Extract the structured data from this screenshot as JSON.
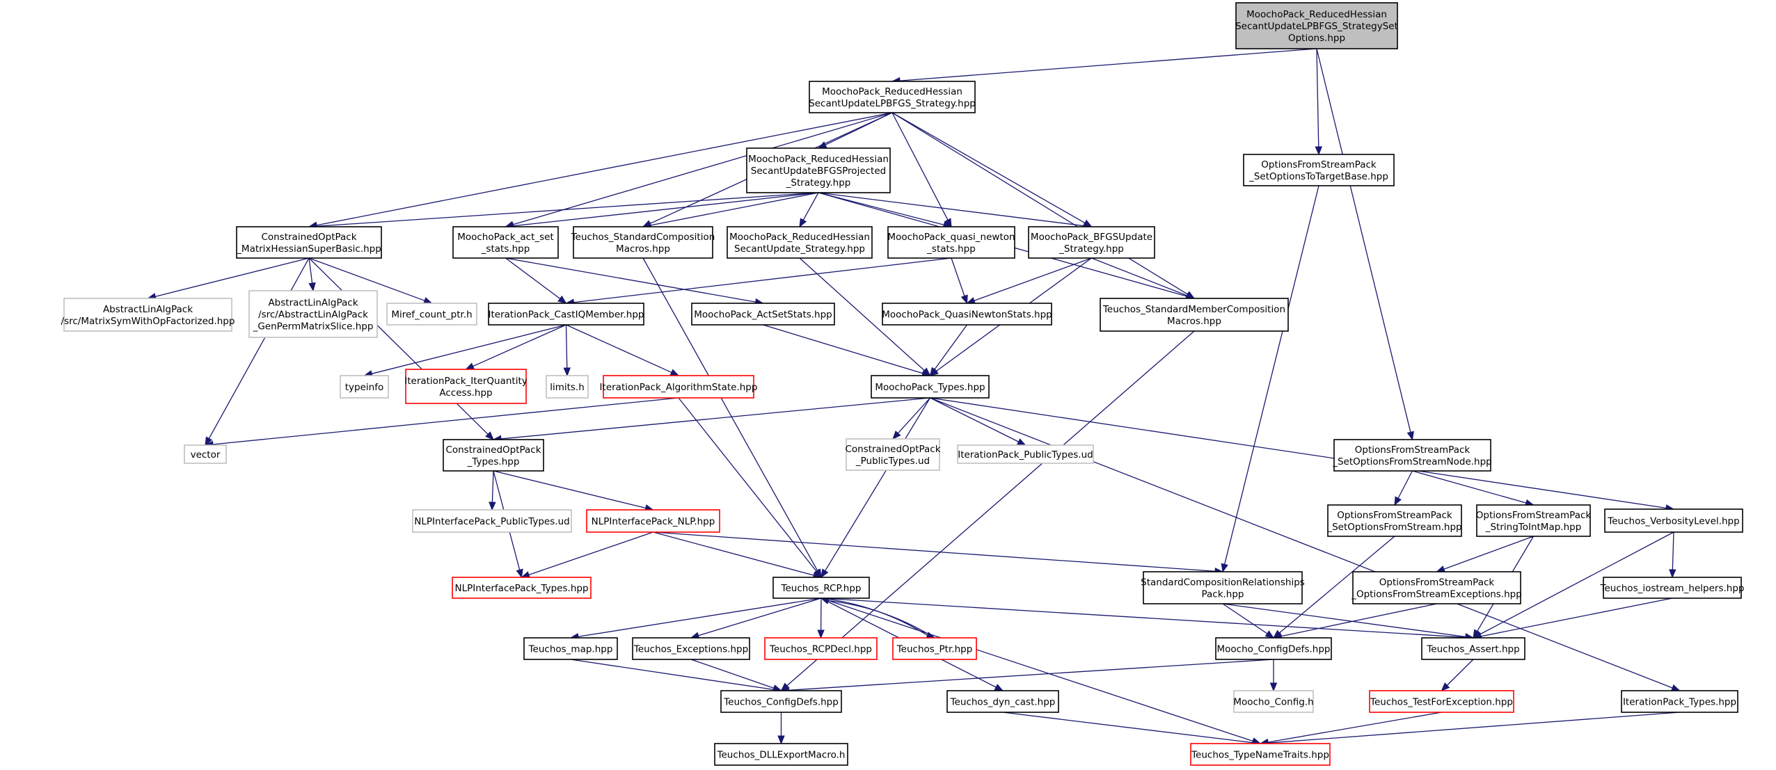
{
  "colors": {
    "edge": "#191970",
    "root_fill": "#bfbfbf",
    "normal_border": "#000000",
    "truncated_border": "#ff0000",
    "external_border": "#bfbfbf"
  },
  "nodes": [
    {
      "id": "root",
      "lines": [
        "MoochoPack_ReducedHessian",
        "SecantUpdateLPBFGS_StrategySet",
        "Options.hpp"
      ],
      "style": "root"
    },
    {
      "id": "lpbfgs_strategy",
      "lines": [
        "MoochoPack_ReducedHessian",
        "SecantUpdateLPBFGS_Strategy.hpp"
      ],
      "style": "normal"
    },
    {
      "id": "opts_set_target",
      "lines": [
        "OptionsFromStreamPack",
        "_SetOptionsToTargetBase.hpp"
      ],
      "style": "normal"
    },
    {
      "id": "bfgs_projected",
      "lines": [
        "MoochoPack_ReducedHessian",
        "SecantUpdateBFGSProjected",
        "_Strategy.hpp"
      ],
      "style": "normal"
    },
    {
      "id": "mhsb",
      "lines": [
        "ConstrainedOptPack",
        "_MatrixHessianSuperBasic.hpp"
      ],
      "style": "normal"
    },
    {
      "id": "act_set_stats",
      "lines": [
        "MoochoPack_act_set",
        "_stats.hpp"
      ],
      "style": "normal"
    },
    {
      "id": "std_comp_macros",
      "lines": [
        "Teuchos_StandardComposition",
        "Macros.hpp"
      ],
      "style": "normal"
    },
    {
      "id": "secant_update",
      "lines": [
        "MoochoPack_ReducedHessian",
        "SecantUpdate_Strategy.hpp"
      ],
      "style": "normal"
    },
    {
      "id": "qn_stats",
      "lines": [
        "MoochoPack_quasi_newton",
        "_stats.hpp"
      ],
      "style": "normal"
    },
    {
      "id": "bfgs_update",
      "lines": [
        "MoochoPack_BFGSUpdate",
        "_Strategy.hpp"
      ],
      "style": "normal"
    },
    {
      "id": "msym",
      "lines": [
        "AbstractLinAlgPack",
        "/src/MatrixSymWithOpFactorized.hpp"
      ],
      "style": "external"
    },
    {
      "id": "genperm",
      "lines": [
        "AbstractLinAlgPack",
        "/src/AbstractLinAlgPack",
        "_GenPermMatrixSlice.hpp"
      ],
      "style": "external"
    },
    {
      "id": "miref",
      "lines": [
        "Miref_count_ptr.h"
      ],
      "style": "external"
    },
    {
      "id": "castiq",
      "lines": [
        "IterationPack_CastIQMember.hpp"
      ],
      "style": "normal"
    },
    {
      "id": "actsetstats",
      "lines": [
        "MoochoPack_ActSetStats.hpp"
      ],
      "style": "normal"
    },
    {
      "id": "qnstats",
      "lines": [
        "MoochoPack_QuasiNewtonStats.hpp"
      ],
      "style": "normal"
    },
    {
      "id": "std_member_comp",
      "lines": [
        "Teuchos_StandardMemberComposition",
        "Macros.hpp"
      ],
      "style": "normal"
    },
    {
      "id": "typeinfo",
      "lines": [
        "typeinfo"
      ],
      "style": "external"
    },
    {
      "id": "iterqty",
      "lines": [
        "IterationPack_IterQuantity",
        "Access.hpp"
      ],
      "style": "truncated"
    },
    {
      "id": "limits",
      "lines": [
        "limits.h"
      ],
      "style": "external"
    },
    {
      "id": "algstate",
      "lines": [
        "IterationPack_AlgorithmState.hpp"
      ],
      "style": "truncated"
    },
    {
      "id": "moocho_types",
      "lines": [
        "MoochoPack_Types.hpp"
      ],
      "style": "normal"
    },
    {
      "id": "vector",
      "lines": [
        "vector"
      ],
      "style": "external"
    },
    {
      "id": "copt_types",
      "lines": [
        "ConstrainedOptPack",
        "_Types.hpp"
      ],
      "style": "normal"
    },
    {
      "id": "copt_public",
      "lines": [
        "ConstrainedOptPack",
        "_PublicTypes.ud"
      ],
      "style": "external"
    },
    {
      "id": "iter_public",
      "lines": [
        "IterationPack_PublicTypes.ud"
      ],
      "style": "external"
    },
    {
      "id": "opts_node",
      "lines": [
        "OptionsFromStreamPack",
        "_SetOptionsFromStreamNode.hpp"
      ],
      "style": "normal"
    },
    {
      "id": "nlp_public",
      "lines": [
        "NLPInterfacePack_PublicTypes.ud"
      ],
      "style": "external"
    },
    {
      "id": "nlp_nlp",
      "lines": [
        "NLPInterfacePack_NLP.hpp"
      ],
      "style": "truncated"
    },
    {
      "id": "opts_stream",
      "lines": [
        "OptionsFromStreamPack",
        "_SetOptionsFromStream.hpp"
      ],
      "style": "normal"
    },
    {
      "id": "opts_strmap",
      "lines": [
        "OptionsFromStreamPack",
        "_StringToIntMap.hpp"
      ],
      "style": "normal"
    },
    {
      "id": "verbosity",
      "lines": [
        "Teuchos_VerbosityLevel.hpp"
      ],
      "style": "normal"
    },
    {
      "id": "nlp_types",
      "lines": [
        "NLPInterfacePack_Types.hpp"
      ],
      "style": "truncated"
    },
    {
      "id": "rcp",
      "lines": [
        "Teuchos_RCP.hpp"
      ],
      "style": "normal"
    },
    {
      "id": "scrp",
      "lines": [
        "StandardCompositionRelationships",
        "Pack.hpp"
      ],
      "style": "normal"
    },
    {
      "id": "opts_exc",
      "lines": [
        "OptionsFromStreamPack",
        "_OptionsFromStreamExceptions.hpp"
      ],
      "style": "normal"
    },
    {
      "id": "iostream_helpers",
      "lines": [
        "Teuchos_iostream_helpers.hpp"
      ],
      "style": "normal"
    },
    {
      "id": "map",
      "lines": [
        "Teuchos_map.hpp"
      ],
      "style": "normal"
    },
    {
      "id": "exceptions",
      "lines": [
        "Teuchos_Exceptions.hpp"
      ],
      "style": "normal"
    },
    {
      "id": "rcpdecl",
      "lines": [
        "Teuchos_RCPDecl.hpp"
      ],
      "style": "truncated"
    },
    {
      "id": "ptr",
      "lines": [
        "Teuchos_Ptr.hpp"
      ],
      "style": "truncated"
    },
    {
      "id": "moocho_config_defs",
      "lines": [
        "Moocho_ConfigDefs.hpp"
      ],
      "style": "normal"
    },
    {
      "id": "assert",
      "lines": [
        "Teuchos_Assert.hpp"
      ],
      "style": "normal"
    },
    {
      "id": "config_defs",
      "lines": [
        "Teuchos_ConfigDefs.hpp"
      ],
      "style": "normal"
    },
    {
      "id": "dyn_cast",
      "lines": [
        "Teuchos_dyn_cast.hpp"
      ],
      "style": "normal"
    },
    {
      "id": "moocho_config",
      "lines": [
        "Moocho_Config.h"
      ],
      "style": "external"
    },
    {
      "id": "test_exc",
      "lines": [
        "Teuchos_TestForException.hpp"
      ],
      "style": "truncated"
    },
    {
      "id": "iter_types",
      "lines": [
        "IterationPack_Types.hpp"
      ],
      "style": "normal"
    },
    {
      "id": "dll_export",
      "lines": [
        "Teuchos_DLLExportMacro.h"
      ],
      "style": "normal"
    },
    {
      "id": "typename_traits",
      "lines": [
        "Teuchos_TypeNameTraits.hpp"
      ],
      "style": "truncated"
    }
  ],
  "edges": [
    [
      "root",
      "lpbfgs_strategy"
    ],
    [
      "root",
      "opts_set_target"
    ],
    [
      "root",
      "opts_node"
    ],
    [
      "lpbfgs_strategy",
      "bfgs_projected"
    ],
    [
      "lpbfgs_strategy",
      "mhsb"
    ],
    [
      "lpbfgs_strategy",
      "act_set_stats"
    ],
    [
      "lpbfgs_strategy",
      "std_comp_macros"
    ],
    [
      "lpbfgs_strategy",
      "qn_stats"
    ],
    [
      "lpbfgs_strategy",
      "bfgs_update"
    ],
    [
      "lpbfgs_strategy",
      "std_member_comp"
    ],
    [
      "bfgs_projected",
      "mhsb"
    ],
    [
      "bfgs_projected",
      "act_set_stats"
    ],
    [
      "bfgs_projected",
      "std_comp_macros"
    ],
    [
      "bfgs_projected",
      "secant_update"
    ],
    [
      "bfgs_projected",
      "qn_stats"
    ],
    [
      "bfgs_projected",
      "bfgs_update"
    ],
    [
      "bfgs_projected",
      "std_member_comp"
    ],
    [
      "mhsb",
      "msym"
    ],
    [
      "mhsb",
      "genperm"
    ],
    [
      "mhsb",
      "miref"
    ],
    [
      "mhsb",
      "vector"
    ],
    [
      "mhsb",
      "copt_types"
    ],
    [
      "act_set_stats",
      "castiq"
    ],
    [
      "act_set_stats",
      "actsetstats"
    ],
    [
      "std_comp_macros",
      "rcp"
    ],
    [
      "secant_update",
      "moocho_types"
    ],
    [
      "qn_stats",
      "castiq"
    ],
    [
      "qn_stats",
      "qnstats"
    ],
    [
      "bfgs_update",
      "qnstats"
    ],
    [
      "bfgs_update",
      "std_member_comp"
    ],
    [
      "bfgs_update",
      "moocho_types"
    ],
    [
      "castiq",
      "typeinfo"
    ],
    [
      "castiq",
      "iterqty"
    ],
    [
      "castiq",
      "limits"
    ],
    [
      "castiq",
      "algstate"
    ],
    [
      "actsetstats",
      "moocho_types"
    ],
    [
      "qnstats",
      "moocho_types"
    ],
    [
      "std_member_comp",
      "config_defs"
    ],
    [
      "algstate",
      "vector"
    ],
    [
      "algstate",
      "rcp"
    ],
    [
      "moocho_types",
      "copt_types"
    ],
    [
      "moocho_types",
      "copt_public"
    ],
    [
      "moocho_types",
      "iter_public"
    ],
    [
      "moocho_types",
      "rcp"
    ],
    [
      "moocho_types",
      "verbosity"
    ],
    [
      "moocho_types",
      "iter_types"
    ],
    [
      "copt_types",
      "nlp_public"
    ],
    [
      "copt_types",
      "nlp_nlp"
    ],
    [
      "copt_types",
      "nlp_types"
    ],
    [
      "nlp_nlp",
      "nlp_types"
    ],
    [
      "nlp_nlp",
      "rcp"
    ],
    [
      "nlp_nlp",
      "scrp"
    ],
    [
      "opts_set_target",
      "scrp"
    ],
    [
      "opts_node",
      "opts_stream"
    ],
    [
      "opts_node",
      "opts_strmap"
    ],
    [
      "opts_stream",
      "moocho_config_defs"
    ],
    [
      "opts_strmap",
      "opts_exc"
    ],
    [
      "opts_strmap",
      "assert"
    ],
    [
      "opts_exc",
      "moocho_config_defs"
    ],
    [
      "verbosity",
      "assert"
    ],
    [
      "verbosity",
      "iostream_helpers"
    ],
    [
      "iostream_helpers",
      "assert"
    ],
    [
      "scrp",
      "moocho_config_defs"
    ],
    [
      "scrp",
      "assert"
    ],
    [
      "rcp",
      "map"
    ],
    [
      "rcp",
      "exceptions"
    ],
    [
      "rcp",
      "rcpdecl"
    ],
    [
      "rcp",
      "ptr"
    ],
    [
      "rcp",
      "dyn_cast"
    ],
    [
      "rcp",
      "assert"
    ],
    [
      "rcp",
      "typename_traits"
    ],
    [
      "ptr",
      "rcp"
    ],
    [
      "map",
      "config_defs"
    ],
    [
      "exceptions",
      "config_defs"
    ],
    [
      "moocho_config_defs",
      "config_defs"
    ],
    [
      "moocho_config_defs",
      "moocho_config"
    ],
    [
      "assert",
      "test_exc"
    ],
    [
      "test_exc",
      "typename_traits"
    ],
    [
      "config_defs",
      "dll_export"
    ],
    [
      "dyn_cast",
      "typename_traits"
    ],
    [
      "iter_types",
      "typename_traits"
    ]
  ]
}
